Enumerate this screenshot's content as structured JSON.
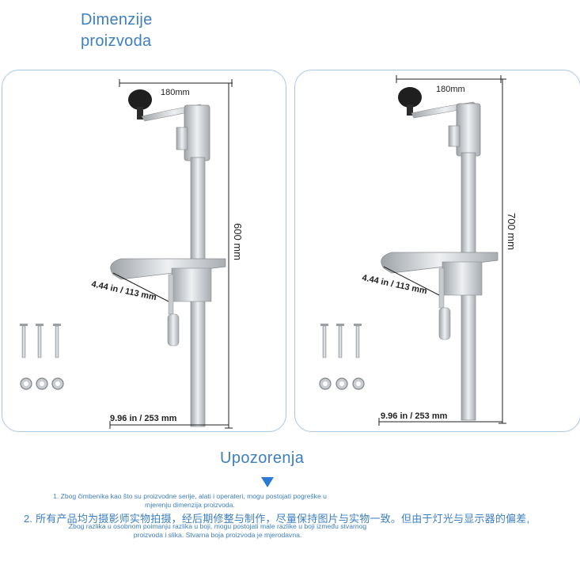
{
  "title_line1": "Dimenzije",
  "title_line2": "proizvoda",
  "panels": {
    "left": {
      "top_width": "180mm",
      "height": "600 mm",
      "platform_depth": "4.44 in / 113 mm",
      "base_width": "9.96 in / 253 mm"
    },
    "right": {
      "top_width": "180mm",
      "height": "700 mm",
      "platform_depth": "4.44 in / 113 mm",
      "base_width": "9.96 in / 253 mm"
    }
  },
  "warning": {
    "title": "Upozorenja",
    "note1_line1": "1. Zbog čimbenika kao što su proizvodne serije, alati i operateri, mogu postojati pogreške u",
    "note1_line2": "mjerenju dimenzija proizvoda.",
    "note2_cn": "2. 所有产品均为摄影师实物拍摄，经后期修整与制作，尽量保持图片与实物一致。但由于灯光与显示器的偏差,",
    "note2_line1": "Zbog razlika u osobnom poimanju razlika u boji, mogu postojati male razlike u boji između stvarnog",
    "note2_line2": "proizvoda i slika. Stvarna boja proizvoda je mjerodavna."
  },
  "colors": {
    "accent": "#3d7fc1",
    "panel_border": "#a9c7e6",
    "arrow": "#2a7ad6"
  }
}
